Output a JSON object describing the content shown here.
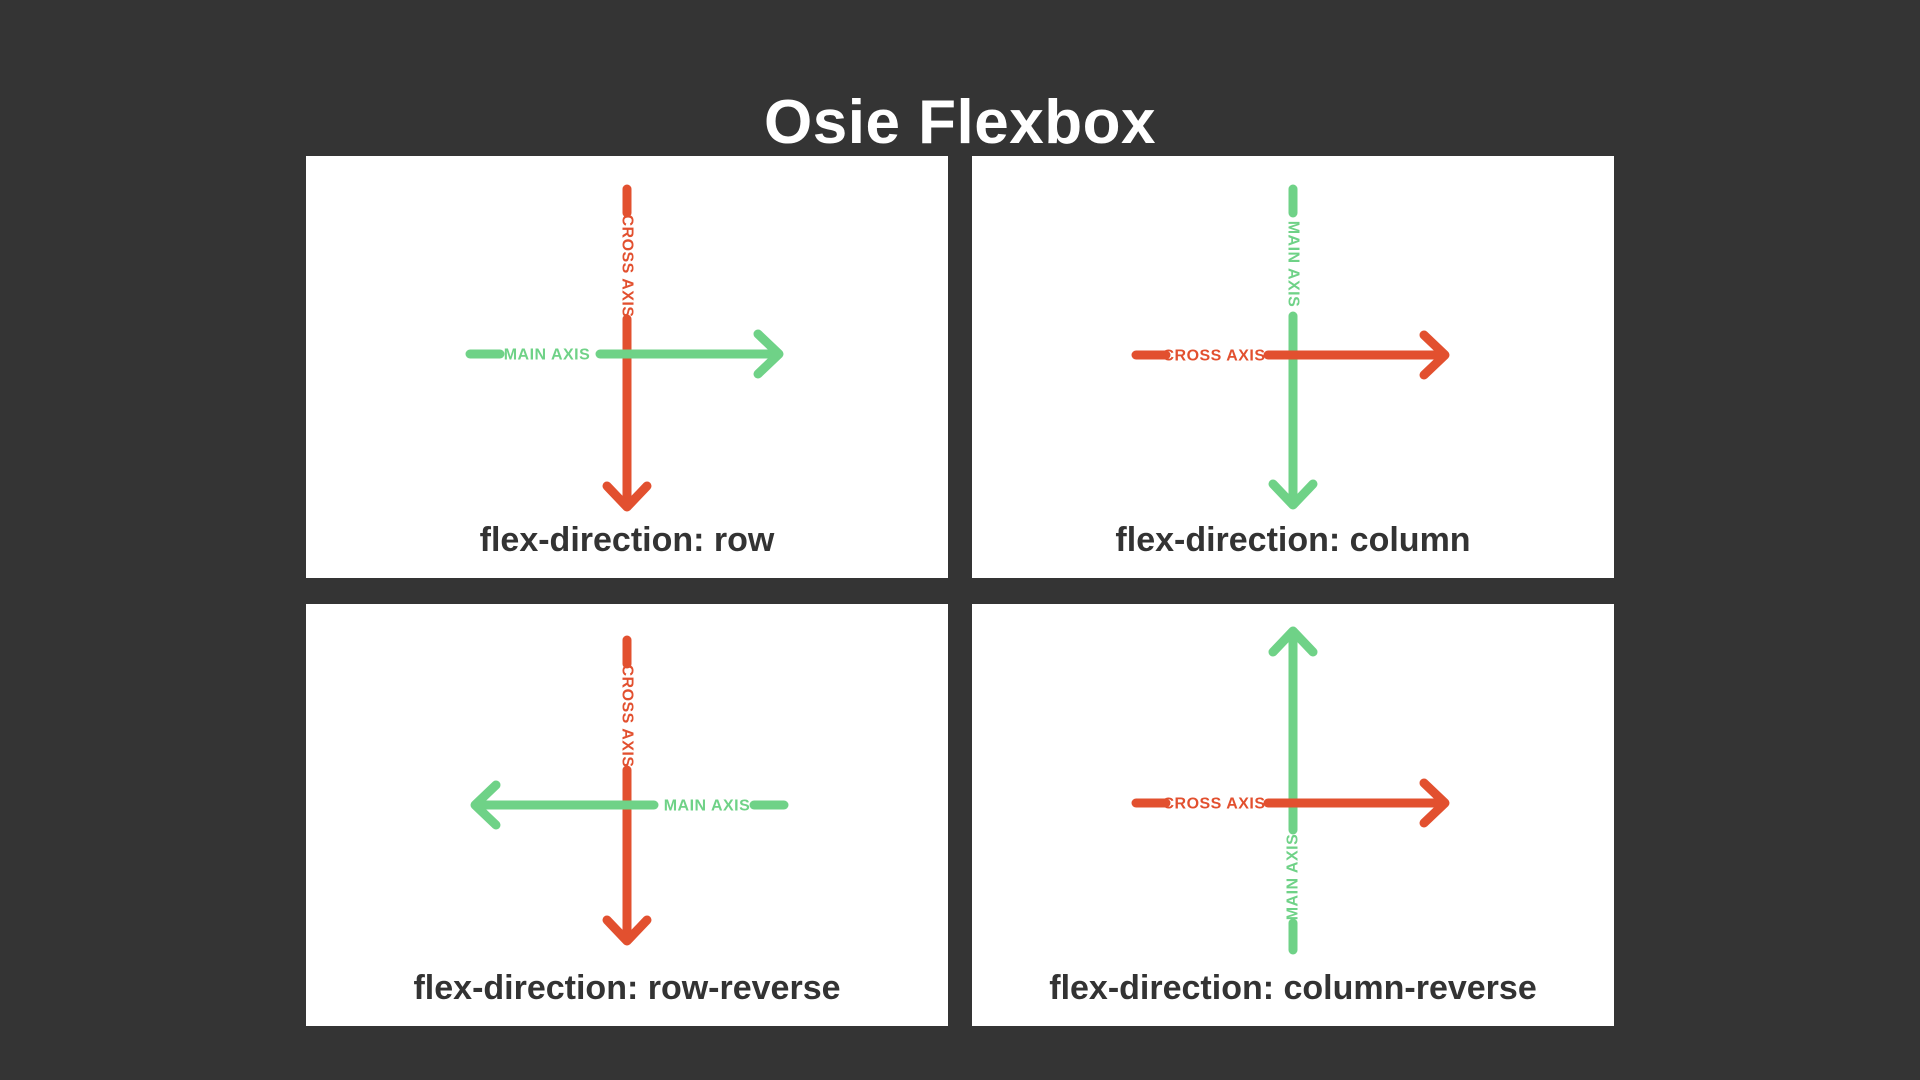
{
  "title": "Osie Flexbox",
  "labels": {
    "main_axis": "MAIN AXIS",
    "cross_axis": "CROSS AXIS"
  },
  "panels": [
    {
      "caption": "flex-direction: row",
      "main_axis_direction": "right",
      "cross_axis_direction": "down"
    },
    {
      "caption": "flex-direction: column",
      "main_axis_direction": "down",
      "cross_axis_direction": "right"
    },
    {
      "caption": "flex-direction: row-reverse",
      "main_axis_direction": "left",
      "cross_axis_direction": "down"
    },
    {
      "caption": "flex-direction: column-reverse",
      "main_axis_direction": "up",
      "cross_axis_direction": "right"
    }
  ],
  "colors": {
    "background": "#343434",
    "panel": "#ffffff",
    "main_axis_green": "#6fd287",
    "cross_axis_red": "#e2502f",
    "caption_text": "#333333",
    "title_text": "#ffffff"
  }
}
